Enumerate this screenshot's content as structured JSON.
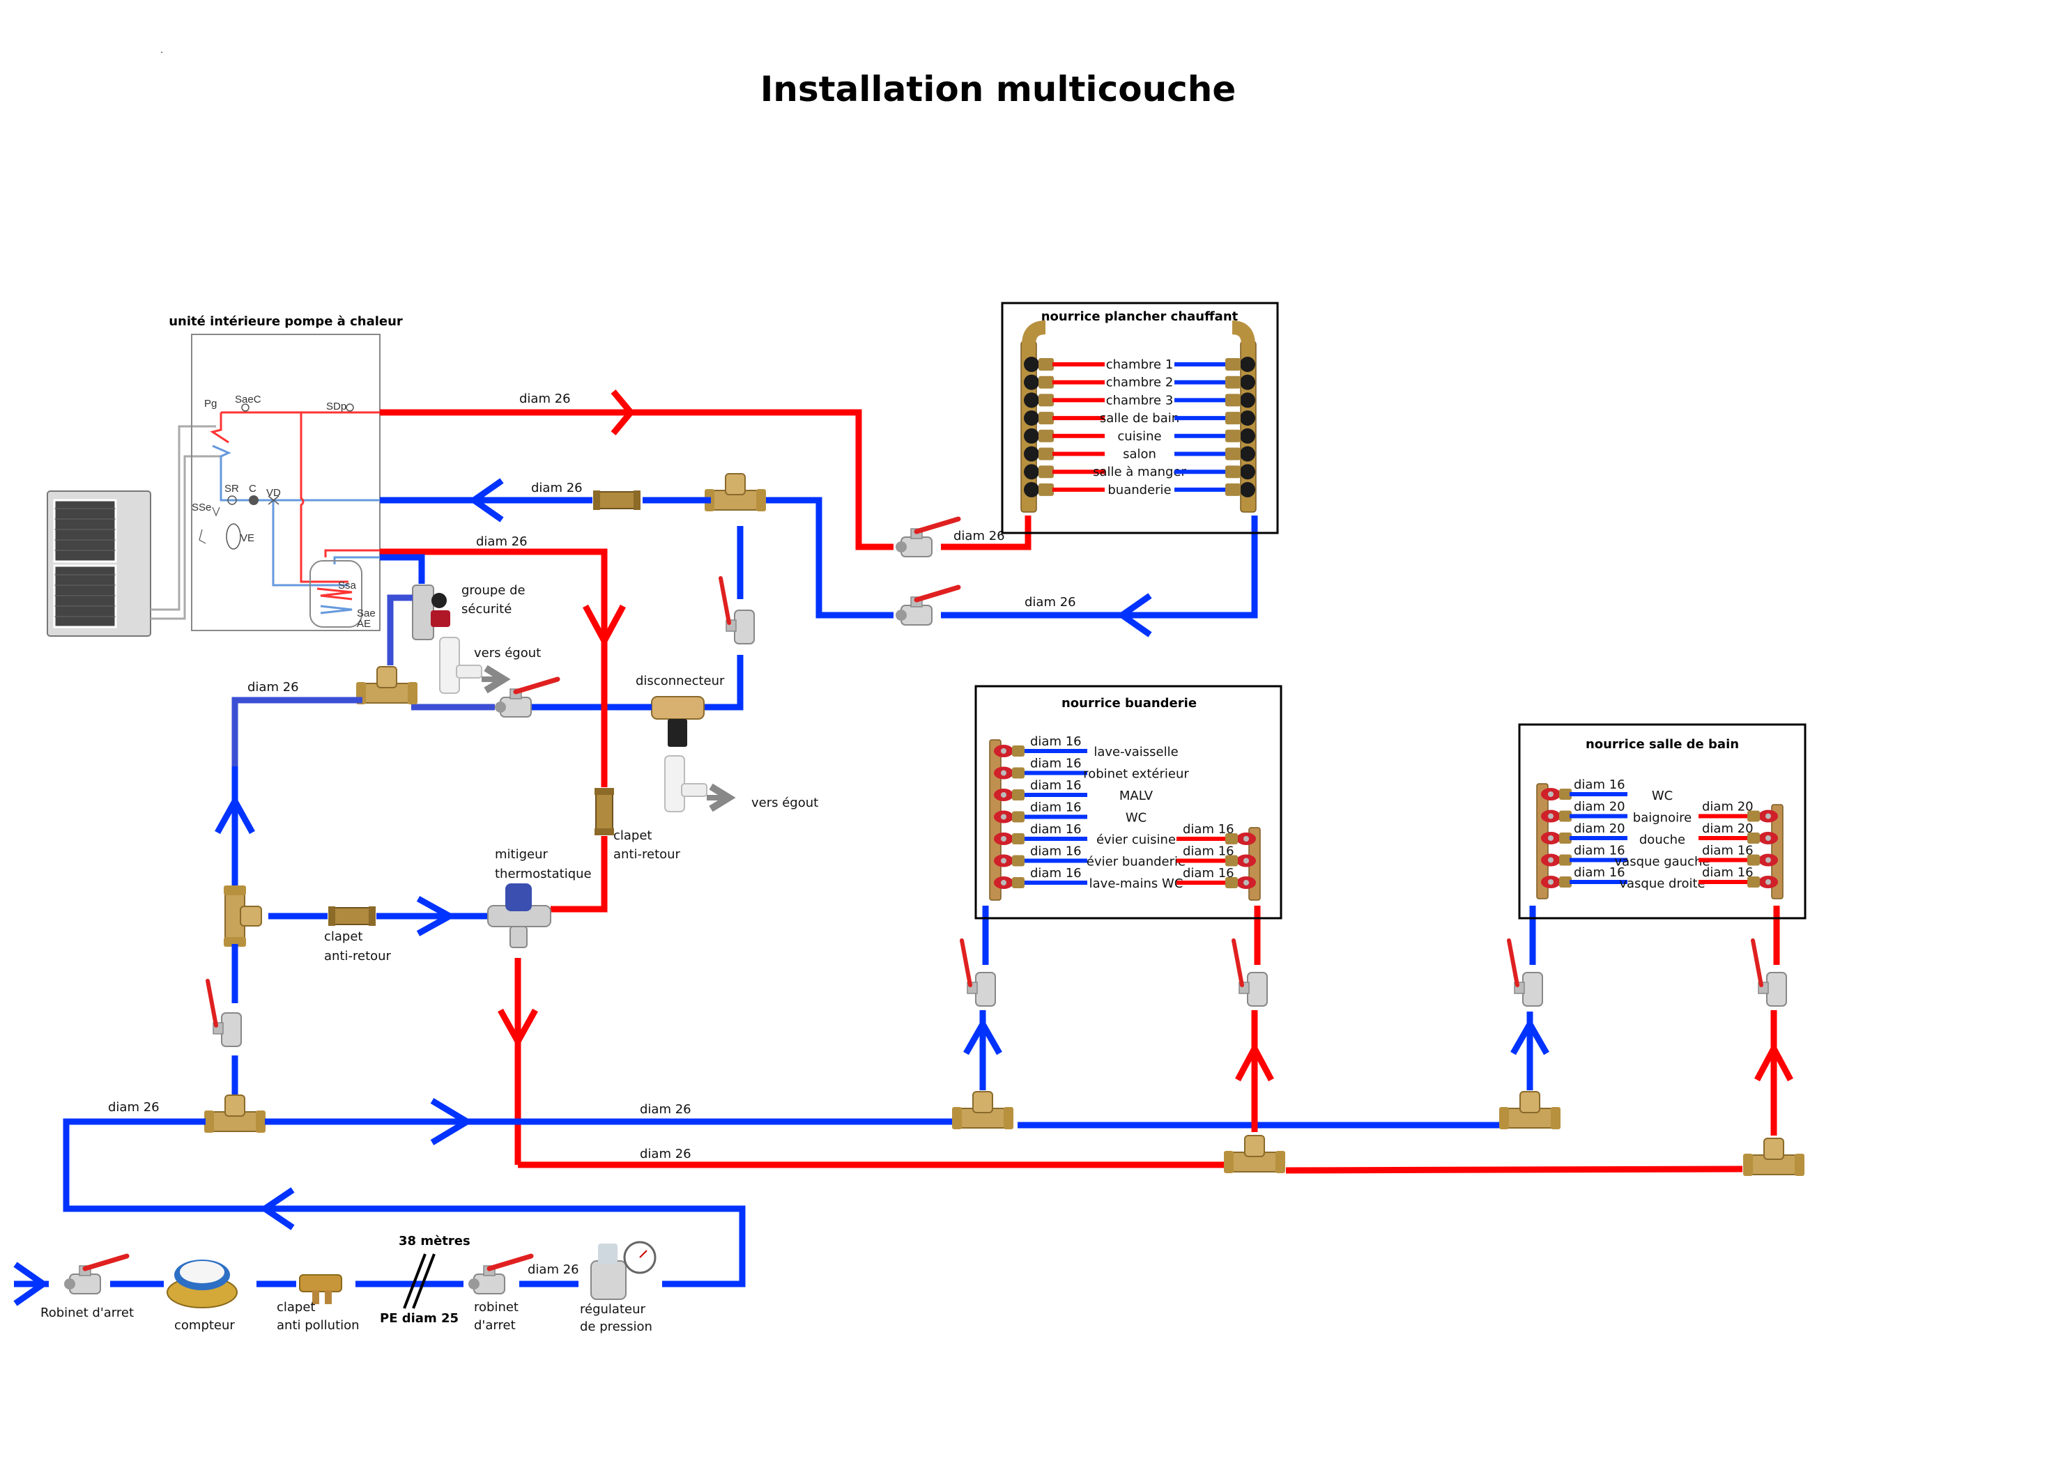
{
  "title": "Installation multicouche",
  "colors": {
    "hot": "#ff0000",
    "cold": "#0033ff",
    "brass": "#c8a35a",
    "box": "#000000"
  },
  "indoor_unit": {
    "title": "unité intérieure pompe à chaleur",
    "labels": {
      "pg": "Pg",
      "saec": "SaeC",
      "sdp": "SDp",
      "sr": "SR",
      "c": "C",
      "vd": "VD",
      "sse": "SSe",
      "ve": "VE",
      "ssa": "Ssa",
      "sae": "Sae",
      "ae": "AE"
    }
  },
  "outdoor_unit": {
    "icon": "heat-pump-outdoor-unit-icon"
  },
  "pipe_labels": {
    "hot_out_top": "diam 26",
    "cold_return": "diam 26",
    "hot_ecs": "diam 26",
    "plancher_hot": "diam 26",
    "plancher_cold": "diam 26",
    "cold_loop_left": "diam 26",
    "main_cold_left": "diam 26",
    "main_cold": "diam 26",
    "main_hot": "diam 26",
    "supply": "diam 26"
  },
  "components": {
    "groupe_securite": [
      "groupe de",
      "sécurité"
    ],
    "vers_egout_1": "vers égout",
    "vers_egout_2": "vers égout",
    "disconnecteur": "disconnecteur",
    "clapet_hot": [
      "clapet",
      "anti-retour"
    ],
    "mitigeur": [
      "mitigeur",
      "thermostatique"
    ],
    "clapet_cold": [
      "clapet",
      "anti-retour"
    ]
  },
  "supply_line": {
    "robinet_arret_1": "Robinet d'arret",
    "compteur": "compteur",
    "clapet_anti_pollution": [
      "clapet",
      "anti pollution"
    ],
    "length": "38 mètres",
    "pe": "PE diam 25",
    "robinet_arret_2": [
      "robinet",
      "d'arret"
    ],
    "regulateur": [
      "régulateur",
      "de pression"
    ]
  },
  "nourrice_plancher": {
    "title": "nourrice plancher chauffant",
    "circuits": [
      "chambre 1",
      "chambre 2",
      "chambre 3",
      "salle de bain",
      "cuisine",
      "salon",
      "salle à manger",
      "buanderie"
    ]
  },
  "nourrice_buanderie": {
    "title": "nourrice buanderie",
    "outlets": [
      {
        "name": "lave-vaisselle",
        "cold": "diam 16",
        "hot": null
      },
      {
        "name": "robinet extérieur",
        "cold": "diam 16",
        "hot": null
      },
      {
        "name": "MALV",
        "cold": "diam 16",
        "hot": null
      },
      {
        "name": "WC",
        "cold": "diam 16",
        "hot": null
      },
      {
        "name": "évier cuisine",
        "cold": "diam 16",
        "hot": "diam 16"
      },
      {
        "name": "évier buanderie",
        "cold": "diam 16",
        "hot": "diam 16"
      },
      {
        "name": "lave-mains WC",
        "cold": "diam 16",
        "hot": "diam 16"
      }
    ]
  },
  "nourrice_sdb": {
    "title": "nourrice salle de bain",
    "outlets": [
      {
        "name": "WC",
        "cold": "diam 16",
        "hot": null
      },
      {
        "name": "baignoire",
        "cold": "diam 20",
        "hot": "diam 20"
      },
      {
        "name": "douche",
        "cold": "diam 20",
        "hot": "diam 20"
      },
      {
        "name": "vasque gauche",
        "cold": "diam 16",
        "hot": "diam 16"
      },
      {
        "name": "vasque droite",
        "cold": "diam 16",
        "hot": "diam 16"
      }
    ]
  }
}
